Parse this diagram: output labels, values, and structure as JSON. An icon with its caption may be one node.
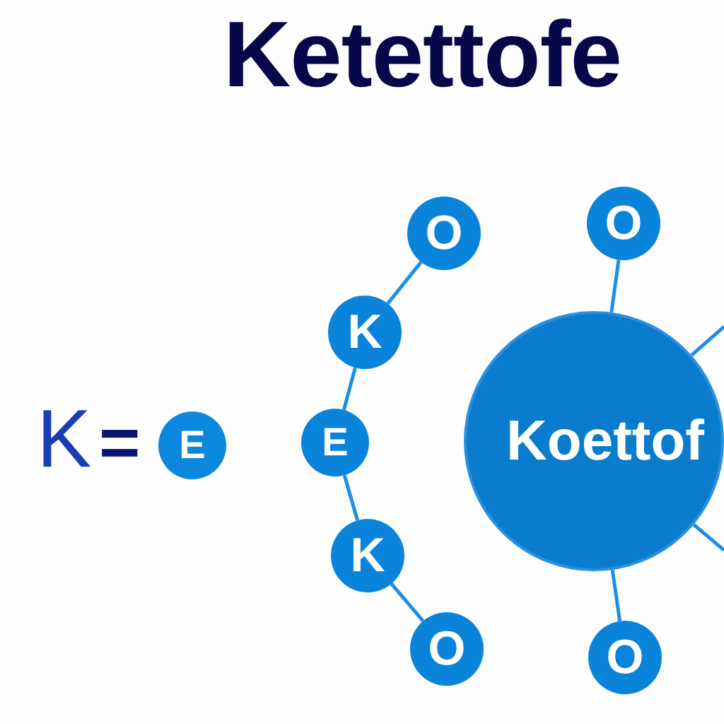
{
  "diagram": {
    "title": "Ketettofe",
    "nodes": [
      {
        "text": [
          "E"
        ]
      },
      {
        "text": [
          "O"
        ]
      },
      {
        "text": [
          "K"
        ]
      },
      {
        "text": [
          "E"
        ]
      },
      {
        "text": [
          "K"
        ]
      },
      {
        "text": [
          "O"
        ]
      },
      {
        "text": [
          "Koettof"
        ]
      },
      {
        "text": [
          "O"
        ]
      },
      {
        "text": [
          "O"
        ]
      }
    ],
    "edges": [
      {
        "from": 1,
        "to": 2,
        "arrow": "none"
      },
      {
        "from": 2,
        "to": 3,
        "arrow": "none"
      },
      {
        "from": 3,
        "to": 4,
        "arrow": "none"
      },
      {
        "from": 4,
        "to": 5,
        "arrow": "none"
      },
      {
        "from": 6,
        "to": 7,
        "arrow": "none"
      },
      {
        "from": 6,
        "to": 8,
        "arrow": "none"
      },
      {
        "from": 6,
        "to": null,
        "arrow": "none"
      },
      {
        "from": 6,
        "to": null,
        "arrow": "none"
      }
    ],
    "labels": [
      "K",
      "="
    ]
  }
}
